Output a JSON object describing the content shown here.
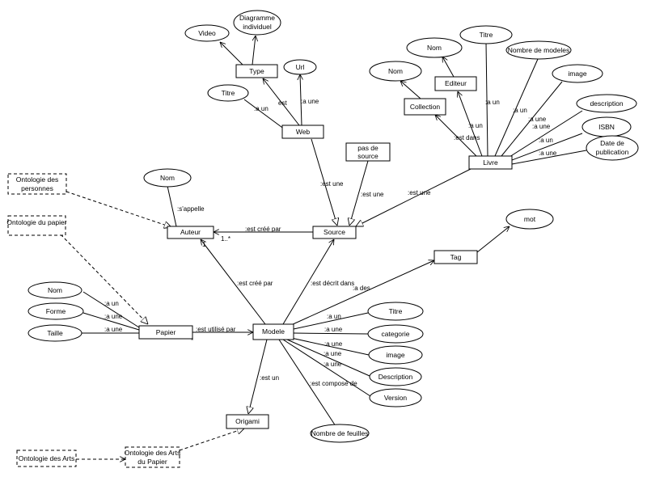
{
  "nodes": {
    "auteur": "Auteur",
    "source": "Source",
    "web": "Web",
    "type": "Type",
    "livre": "Livre",
    "editeur": "Editeur",
    "collection": "Collection",
    "papier": "Papier",
    "modele": "Modele",
    "tag": "Tag",
    "origami": "Origami",
    "pas_de_source": [
      "pas de",
      "source"
    ],
    "ontologie_personnes": [
      "Ontologie des",
      "personnes"
    ],
    "ontologie_papier": "Ontologie du papier",
    "ontologie_arts": "Ontologie des Arts",
    "ontologie_arts_papier": [
      "Ontologie des Arts",
      "du Papier"
    ]
  },
  "attributes": {
    "video": "Video",
    "diagramme": [
      "Diagramme",
      "individuel"
    ],
    "url": "Url",
    "titre_web": "Titre",
    "nom_auteur": "Nom",
    "nom_collection": "Nom",
    "nom_editeur": "Nom",
    "titre_livre": "Titre",
    "nombre_modeles": "Nombre de modeles",
    "image_livre": "image",
    "description_livre": "description",
    "isbn": "ISBN",
    "date_publication": [
      "Date de",
      "publication"
    ],
    "mot": "mot",
    "nom_papier": "Nom",
    "forme": "Forme",
    "taille": "Taille",
    "titre_modele": "Titre",
    "categorie": "categorie",
    "image_modele": "image",
    "description_modele": "Description",
    "version": "Version",
    "nombre_feuilles": "Nombre de feuilles"
  },
  "edges": {
    "est": "est",
    "a_une_url": ":a une",
    "a_un_titre_web": ":a un",
    "est_une_web": ":est une",
    "est_une_pas": ":est une",
    "est_une_livre": ":est une",
    "s_appelle": ":s'appelle",
    "est_cree_par_source": ":est créé par",
    "mult_1n": "1..*",
    "mult_1": "1",
    "mult_star": "*",
    "est_dans": ":est dans",
    "a_un_editeur": ":a un",
    "a_un_titre_livre": ":a un",
    "a_un_nombre": ":a un",
    "a_une_image_livre": ":a une",
    "a_une_desc_livre": ":a une",
    "a_un_isbn": ":a un",
    "a_une_date": ":a une",
    "est_cree_par_modele": ":est créé par",
    "est_decrit_dans": ":est décrit dans",
    "a_des": ":a des",
    "a_un_nom_papier": ":a un",
    "a_une_forme": ":a une",
    "a_une_taille": ":a une",
    "est_utilise_par": ":est utilisé par",
    "a_un_titre_modele": ":a un",
    "a_une_categorie": ":a une",
    "a_une_image_modele": ":a une",
    "a_une_desc_modele": ":a une",
    "a_une_version": ":a une",
    "est_compose_de": ":est composé de",
    "est_un": ":est un"
  }
}
